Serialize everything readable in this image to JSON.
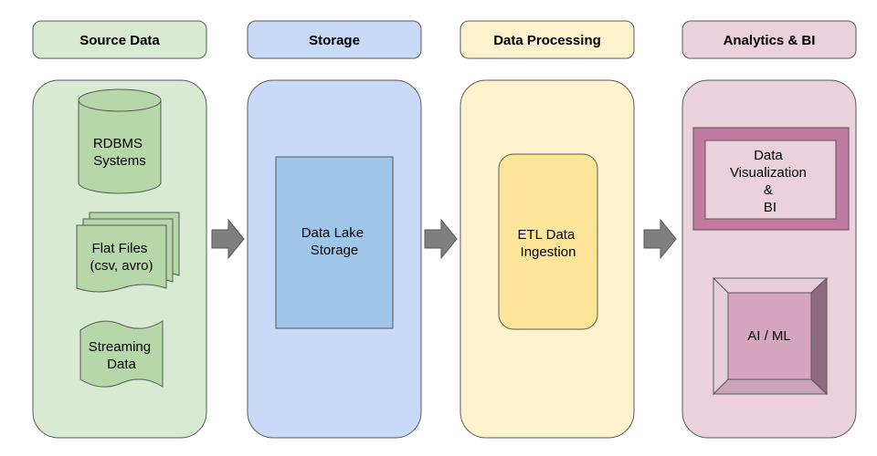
{
  "columns": {
    "source": {
      "header": "Source Data",
      "fill": "#d9ead3",
      "header_fill": "#d9ead3",
      "items": {
        "rdbms": {
          "lines": [
            "RDBMS",
            "Systems"
          ]
        },
        "flat_files": {
          "lines": [
            "Flat Files",
            "(csv, avro)"
          ]
        },
        "streaming": {
          "lines": [
            "Streaming",
            "Data"
          ]
        }
      },
      "item_fill": "#b6d7a8"
    },
    "storage": {
      "header": "Storage",
      "fill": "#c9daf8",
      "header_fill": "#c9daf8",
      "items": {
        "data_lake": {
          "lines": [
            "Data Lake",
            "Storage"
          ]
        }
      },
      "item_fill": "#9fc5e8"
    },
    "processing": {
      "header": "Data Processing",
      "fill": "#fff2cc",
      "header_fill": "#fff2cc",
      "items": {
        "etl": {
          "lines": [
            "ETL Data",
            "Ingestion"
          ]
        }
      },
      "item_fill": "#ffe599"
    },
    "analytics": {
      "header": "Analytics & BI",
      "fill": "#ead1dc",
      "header_fill": "#ead1dc",
      "items": {
        "dataviz": {
          "lines": [
            "Data",
            "Visualization",
            "&",
            "BI"
          ]
        },
        "aiml": {
          "lines": [
            "AI / ML"
          ]
        }
      },
      "item_fill": "#d5a6bd"
    }
  },
  "colors": {
    "stroke": "#595959",
    "arrow_fill": "#7f7f7f",
    "arrow_stroke": "#595959",
    "frame_dark": "#c27ba0",
    "bevel_dark": "#8e6a7e",
    "bevel_light": "#e6cfdb"
  }
}
